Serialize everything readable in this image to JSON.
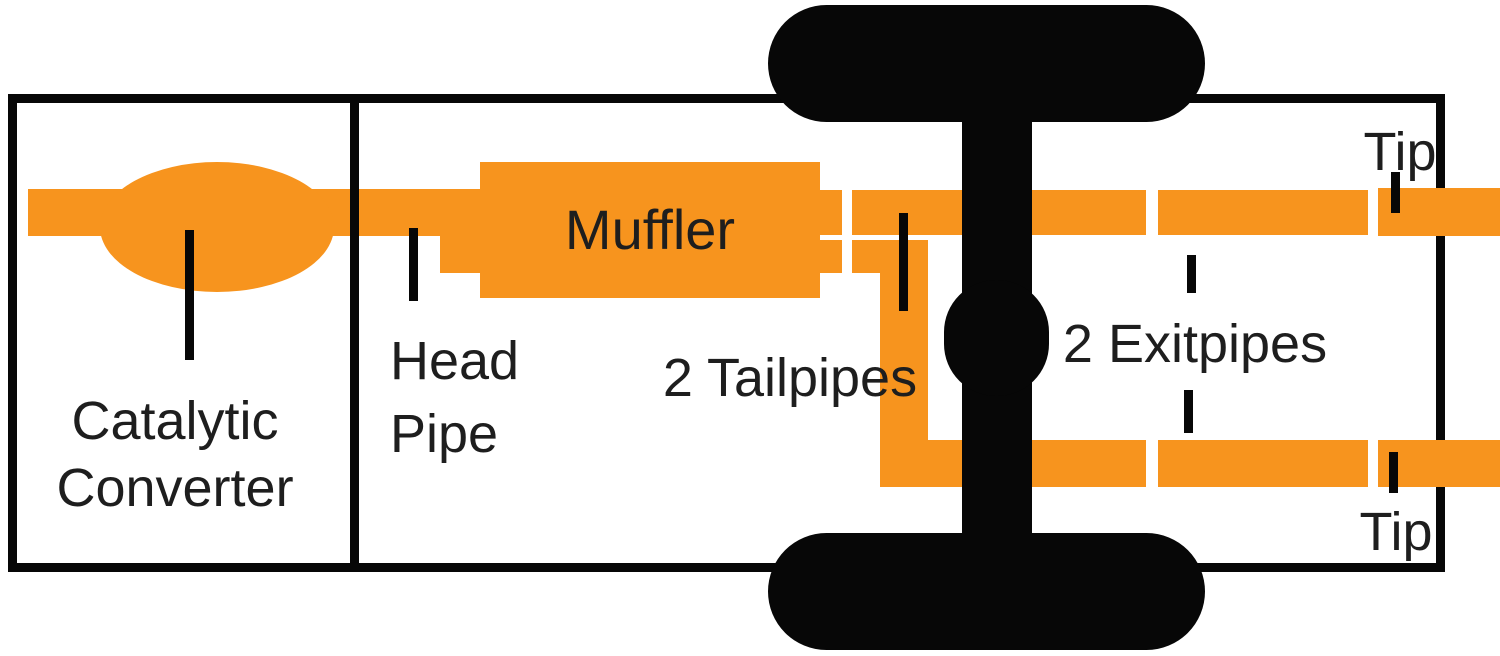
{
  "colors": {
    "pipe_orange": "#F7941E",
    "outline_black": "#070707",
    "background": "#FFFFFF"
  },
  "labels": {
    "catalytic_converter": {
      "line1": "Catalytic",
      "line2": "Converter"
    },
    "head_pipe": {
      "line1": "Head",
      "line2": "Pipe"
    },
    "muffler": "Muffler",
    "tailpipes": "2 Tailpipes",
    "exitpipes": "2 Exitpipes",
    "tip_top": "Tip",
    "tip_bottom": "Tip"
  }
}
